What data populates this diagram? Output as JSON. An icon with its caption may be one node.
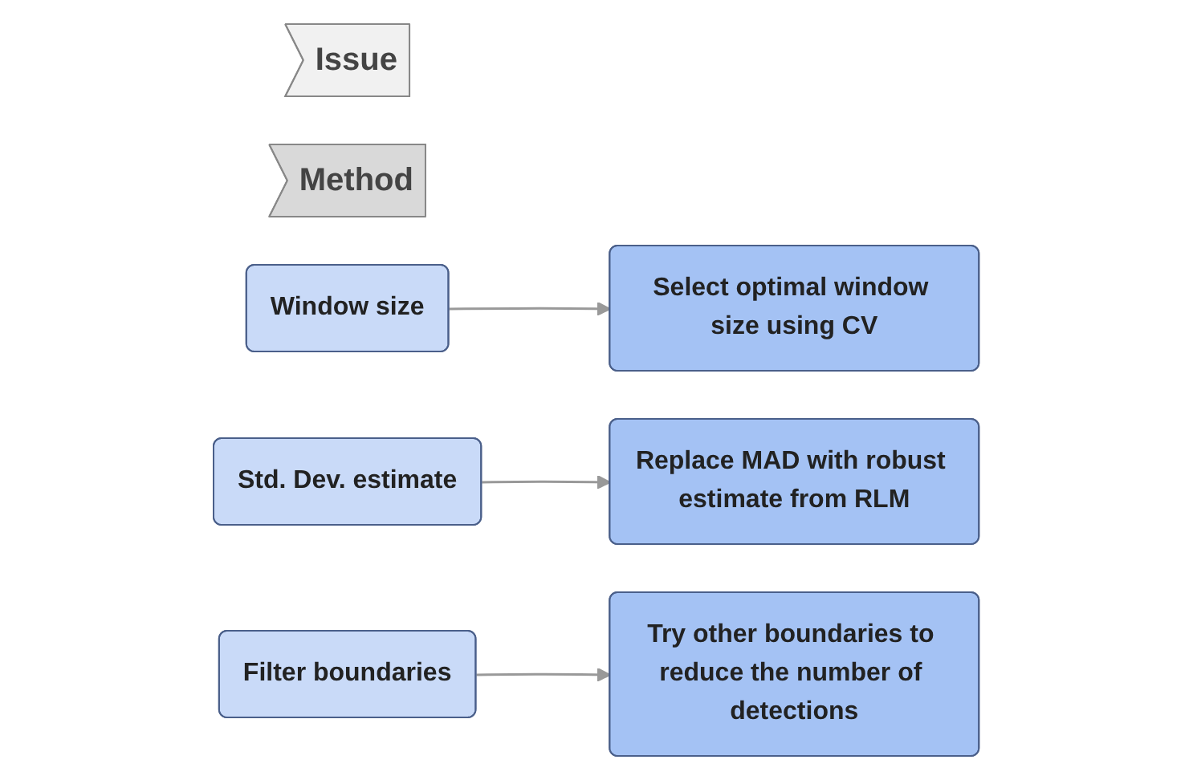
{
  "diagram": {
    "nodes": [
      {
        "text": [
          "Issue"
        ]
      },
      {
        "text": [
          "Method"
        ]
      },
      {
        "text": [
          "Window size"
        ]
      },
      {
        "text": [
          "Select optimal window size using CV"
        ]
      },
      {
        "text": [
          "Std. Dev. estimate"
        ]
      },
      {
        "text": [
          "Replace MAD with robust estimate from RLM"
        ]
      },
      {
        "text": [
          "Filter boundaries"
        ]
      },
      {
        "text": [
          "Try other boundaries to reduce the number of detections"
        ]
      }
    ],
    "edges": [
      {
        "from": 2,
        "to": 3,
        "arrow": "to"
      },
      {
        "from": 4,
        "to": 5,
        "arrow": "to"
      },
      {
        "from": 6,
        "to": 7,
        "arrow": "to"
      }
    ]
  }
}
